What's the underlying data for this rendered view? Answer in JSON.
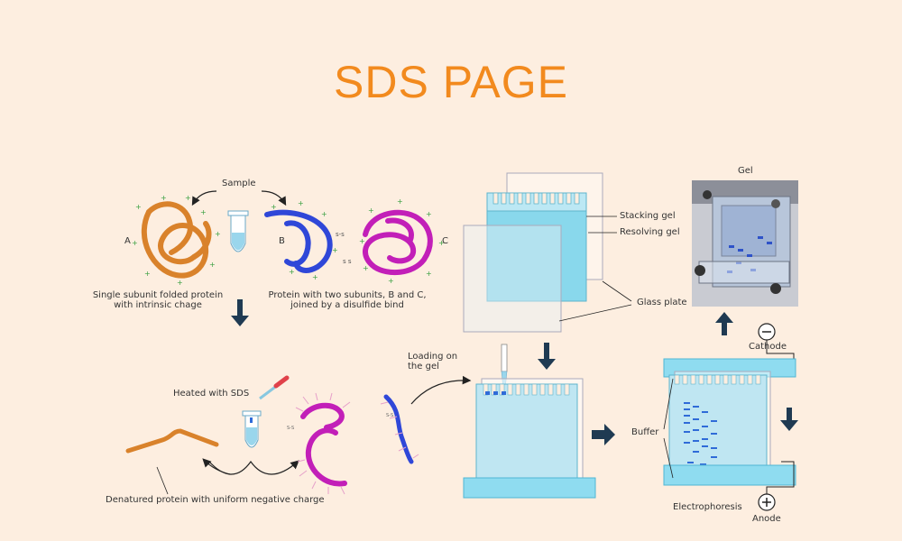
{
  "title": "SDS PAGE",
  "labels": {
    "sample": "Sample",
    "a": "A",
    "b": "B",
    "c": "C",
    "single_subunit": "Single subunit folded protein\nwith intrinsic chage",
    "two_subunits": "Protein with two subunits, B and C,\njoined by a disulfide bind",
    "heated": "Heated with SDS",
    "denatured": "Denatured protein with uniform negative charge",
    "loading": "Loading on\nthe gel",
    "stacking_gel": "Stacking gel",
    "resolving_gel": "Resolving gel",
    "glass_plate": "Glass plate",
    "gel": "Gel",
    "cathode": "Cathode",
    "buffer": "Buffer",
    "electrophoresis": "Electrophoresis",
    "anode": "Anode"
  },
  "colors": {
    "title": "#f28a1e",
    "protein_a": "#d9822b",
    "protein_b": "#2f47d8",
    "protein_c": "#c21fb8",
    "arrow": "#1f3a52",
    "gel_blue": "#7fd6ea"
  }
}
